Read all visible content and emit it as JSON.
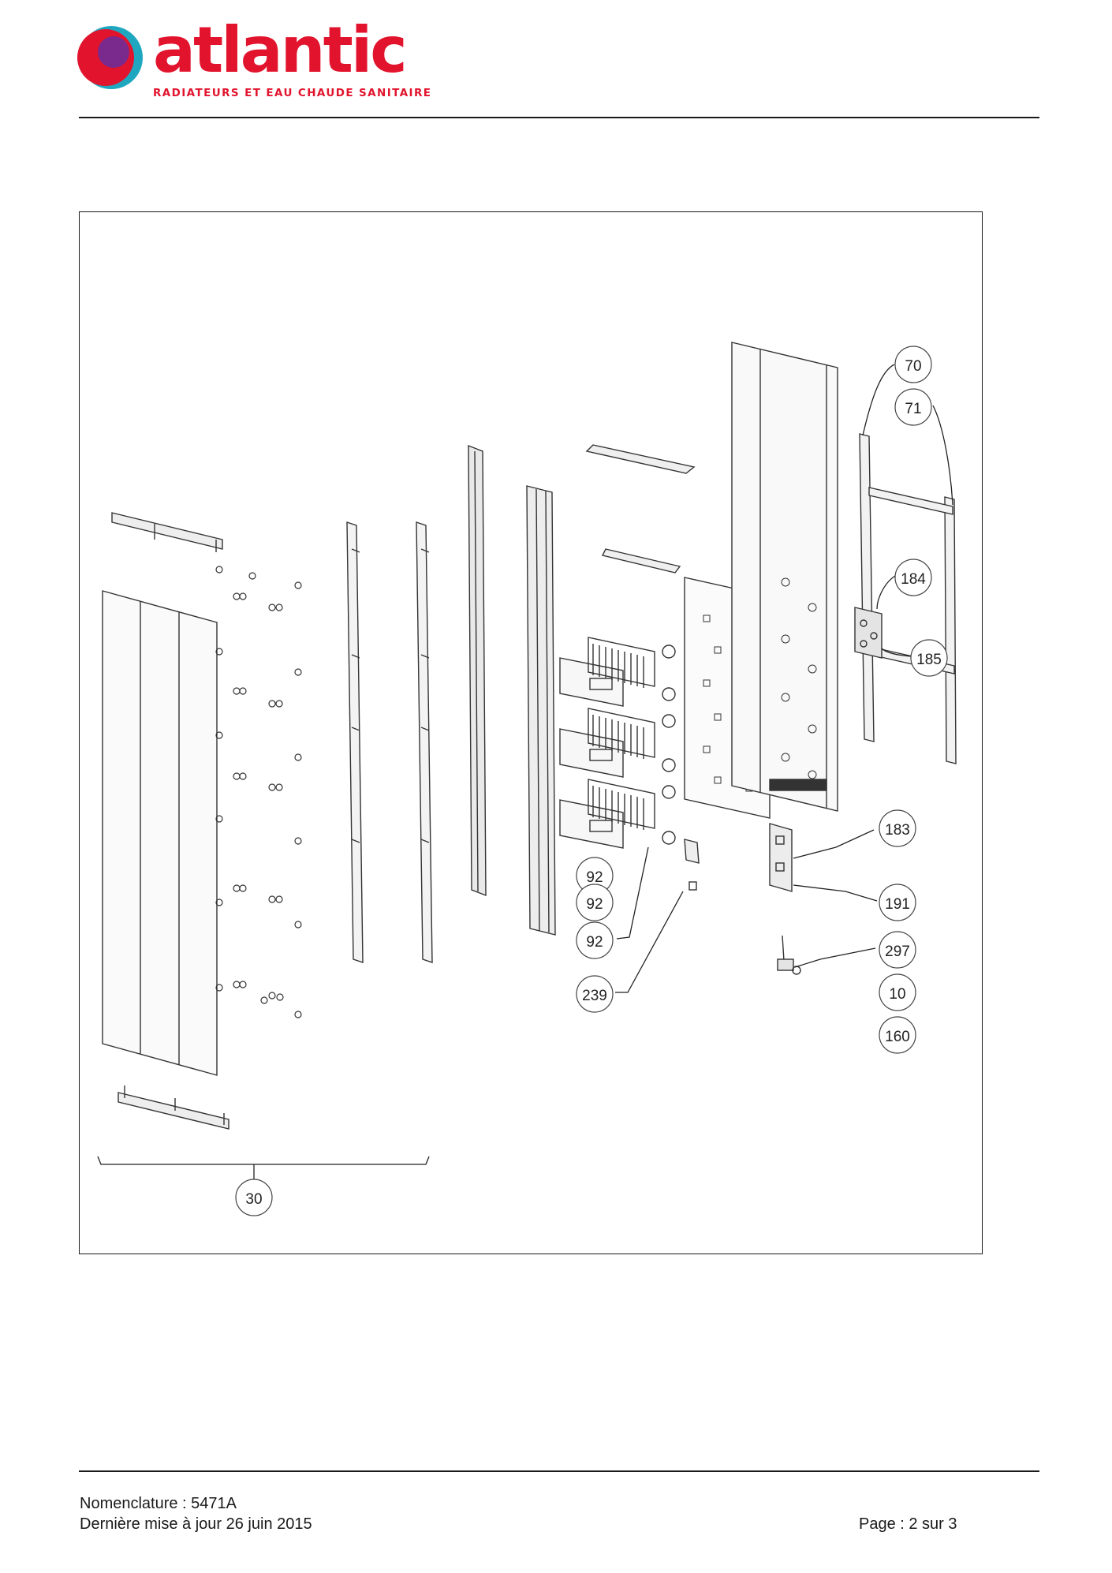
{
  "header": {
    "brand": "atlantic",
    "tagline": "RADIATEURS ET EAU CHAUDE SANITAIRE",
    "colors": {
      "brand_red": "#e2142d",
      "brand_violet": "#7a2a8c",
      "brand_teal": "#1fa7c0"
    }
  },
  "diagram": {
    "callouts": [
      {
        "id": "c70",
        "label": "70"
      },
      {
        "id": "c71",
        "label": "71"
      },
      {
        "id": "c184",
        "label": "184"
      },
      {
        "id": "c185",
        "label": "185"
      },
      {
        "id": "c183",
        "label": "183"
      },
      {
        "id": "c191",
        "label": "191"
      },
      {
        "id": "c297",
        "label": "297"
      },
      {
        "id": "c10",
        "label": "10"
      },
      {
        "id": "c160",
        "label": "160"
      },
      {
        "id": "c92a",
        "label": "92"
      },
      {
        "id": "c92b",
        "label": "92"
      },
      {
        "id": "c92c",
        "label": "92"
      },
      {
        "id": "c239",
        "label": "239"
      },
      {
        "id": "c30",
        "label": "30"
      }
    ]
  },
  "footer": {
    "nomenclature": "Nomenclature : 5471A",
    "updated": "Dernière mise à jour 26 juin 2015",
    "page": "Page : 2 sur 3"
  }
}
